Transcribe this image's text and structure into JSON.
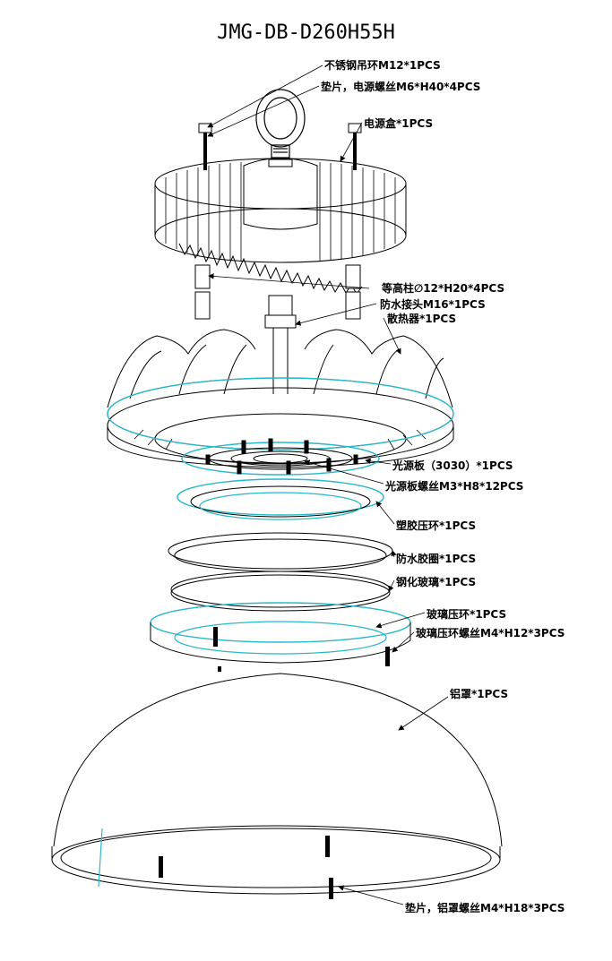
{
  "title": "JMG-DB-D260H55H",
  "labels": {
    "ring": "不锈钢吊环M12*1PCS",
    "washer_screw": "垫片，电源螺丝M6*H40*4PCS",
    "driver_box": "电源盒*1PCS",
    "standoff": "等高柱∅12*H20*4PCS",
    "gland": "防水接头M16*1PCS",
    "heatsink": "散热器*1PCS",
    "led_board": "光源板（3030）*1PCS",
    "led_screw": "光源板螺丝M3*H8*12PCS",
    "plastic_ring": "塑胶压环*1PCS",
    "gasket": "防水胶圈*1PCS",
    "glass": "钢化玻璃*1PCS",
    "glass_ring": "玻璃压环*1PCS",
    "glass_ring_screw": "玻璃压环螺丝M4*H12*3PCS",
    "reflector": "铝罩*1PCS",
    "reflector_screw": "垫片，铝罩螺丝M4*H18*3PCS"
  },
  "colors": {
    "line": "#000000",
    "accent": "#29b8c8"
  }
}
